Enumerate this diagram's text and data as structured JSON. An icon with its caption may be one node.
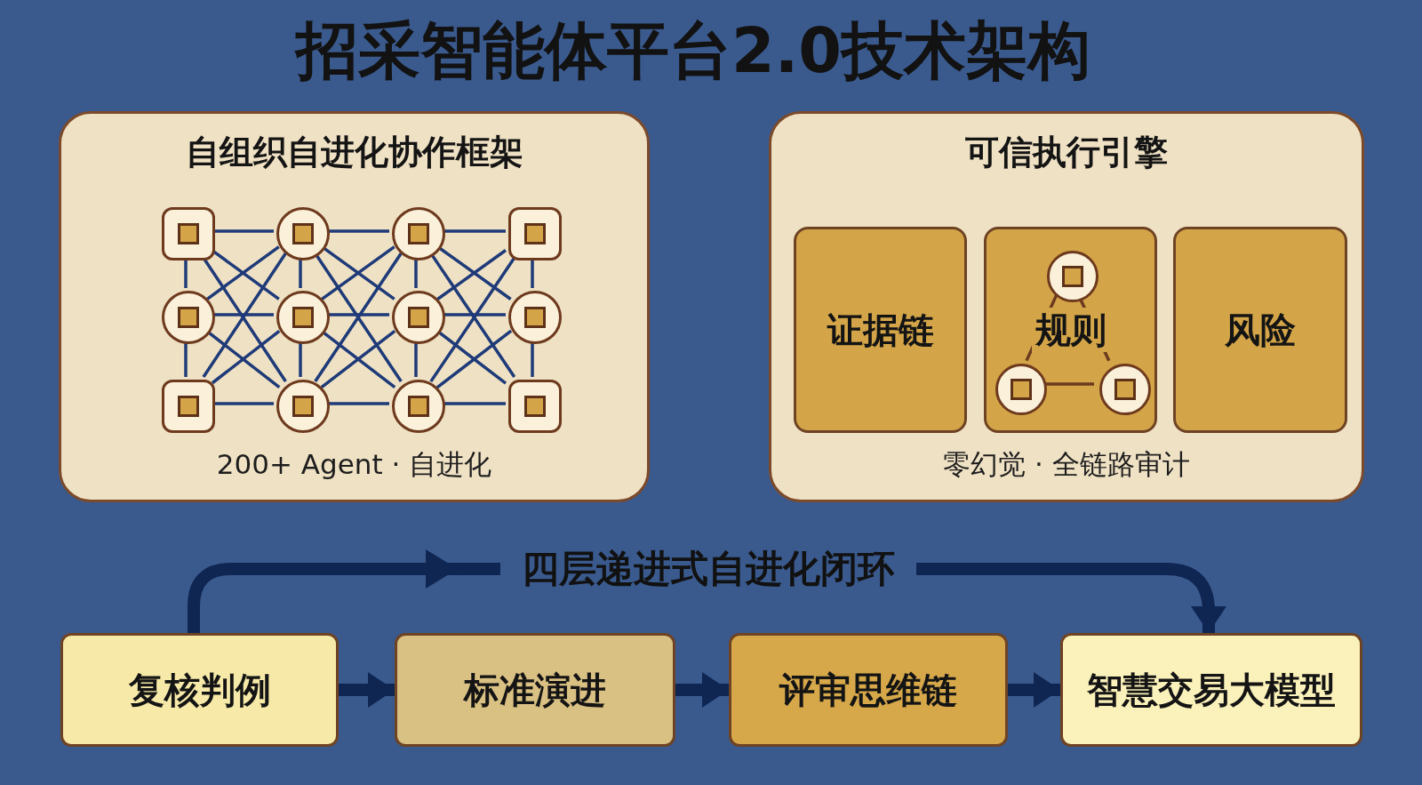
{
  "diagram": {
    "title": "招采智能体平台2.0技术架构",
    "nodes": [
      {
        "text": [
          "自组织自进化协作框架",
          "200+ Agent · 自进化"
        ]
      },
      {
        "text": [],
        "shape": "box",
        "in": 0
      },
      {
        "text": [],
        "shape": "circle",
        "in": 0
      },
      {
        "text": [],
        "shape": "circle",
        "in": 0
      },
      {
        "text": [],
        "shape": "box",
        "in": 0
      },
      {
        "text": [],
        "shape": "circle",
        "in": 0
      },
      {
        "text": [],
        "shape": "circle",
        "in": 0
      },
      {
        "text": [],
        "shape": "circle",
        "in": 0
      },
      {
        "text": [],
        "shape": "circle",
        "in": 0
      },
      {
        "text": [],
        "shape": "box",
        "in": 0
      },
      {
        "text": [],
        "shape": "circle",
        "in": 0
      },
      {
        "text": [],
        "shape": "circle",
        "in": 0
      },
      {
        "text": [],
        "shape": "box",
        "in": 0
      },
      {
        "text": [
          "可信执行引擎",
          "零幻觉 · 全链路审计"
        ]
      },
      {
        "text": [
          "证据链"
        ],
        "in": 13
      },
      {
        "text": [
          "规则"
        ],
        "in": 13
      },
      {
        "text": [],
        "shape": "circle",
        "in": 15
      },
      {
        "text": [],
        "shape": "circle",
        "in": 15
      },
      {
        "text": [],
        "shape": "circle",
        "in": 15
      },
      {
        "text": [
          "风险"
        ],
        "in": 13
      },
      {
        "text": [
          "复核判例"
        ]
      },
      {
        "text": [
          "标准演进"
        ]
      },
      {
        "text": [
          "评审思维链"
        ]
      },
      {
        "text": [
          "智慧交易大模型"
        ]
      }
    ],
    "edges": [
      {
        "from": 1,
        "to": 2,
        "arrow": "none"
      },
      {
        "from": 1,
        "to": 6,
        "arrow": "none"
      },
      {
        "from": 1,
        "to": 10,
        "arrow": "none"
      },
      {
        "from": 5,
        "to": 2,
        "arrow": "none"
      },
      {
        "from": 5,
        "to": 6,
        "arrow": "none"
      },
      {
        "from": 5,
        "to": 10,
        "arrow": "none"
      },
      {
        "from": 9,
        "to": 2,
        "arrow": "none"
      },
      {
        "from": 9,
        "to": 6,
        "arrow": "none"
      },
      {
        "from": 9,
        "to": 10,
        "arrow": "none"
      },
      {
        "from": 2,
        "to": 3,
        "arrow": "none"
      },
      {
        "from": 2,
        "to": 7,
        "arrow": "none"
      },
      {
        "from": 2,
        "to": 11,
        "arrow": "none"
      },
      {
        "from": 6,
        "to": 3,
        "arrow": "none"
      },
      {
        "from": 6,
        "to": 7,
        "arrow": "none"
      },
      {
        "from": 6,
        "to": 11,
        "arrow": "none"
      },
      {
        "from": 10,
        "to": 3,
        "arrow": "none"
      },
      {
        "from": 10,
        "to": 7,
        "arrow": "none"
      },
      {
        "from": 10,
        "to": 11,
        "arrow": "none"
      },
      {
        "from": 3,
        "to": 4,
        "arrow": "none"
      },
      {
        "from": 3,
        "to": 8,
        "arrow": "none"
      },
      {
        "from": 3,
        "to": 12,
        "arrow": "none"
      },
      {
        "from": 7,
        "to": 4,
        "arrow": "none"
      },
      {
        "from": 7,
        "to": 8,
        "arrow": "none"
      },
      {
        "from": 7,
        "to": 12,
        "arrow": "none"
      },
      {
        "from": 11,
        "to": 4,
        "arrow": "none"
      },
      {
        "from": 11,
        "to": 8,
        "arrow": "none"
      },
      {
        "from": 11,
        "to": 12,
        "arrow": "none"
      },
      {
        "from": 1,
        "to": 5,
        "arrow": "none"
      },
      {
        "from": 5,
        "to": 9,
        "arrow": "none"
      },
      {
        "from": 2,
        "to": 6,
        "arrow": "none"
      },
      {
        "from": 6,
        "to": 10,
        "arrow": "none"
      },
      {
        "from": 3,
        "to": 7,
        "arrow": "none"
      },
      {
        "from": 7,
        "to": 11,
        "arrow": "none"
      },
      {
        "from": 4,
        "to": 8,
        "arrow": "none"
      },
      {
        "from": 8,
        "to": 12,
        "arrow": "none"
      },
      {
        "from": 16,
        "to": 17,
        "arrow": "none",
        "color": "#6b3a1f"
      },
      {
        "from": 16,
        "to": 18,
        "arrow": "none",
        "color": "#6b3a1f"
      },
      {
        "from": 17,
        "to": 18,
        "arrow": "none",
        "color": "#6b3a1f"
      },
      {
        "from": 20,
        "to": 21,
        "arrow": "to",
        "style": "thick",
        "color": "#0f2552"
      },
      {
        "from": 21,
        "to": 22,
        "arrow": "to",
        "style": "thick",
        "color": "#0f2552"
      },
      {
        "from": 22,
        "to": 23,
        "arrow": "to",
        "style": "thick",
        "color": "#0f2552"
      },
      {
        "from": 20,
        "to": 23,
        "arrow": "to",
        "label": "四层递进式自进化闭环",
        "style": "thick",
        "color": "#0f2552"
      }
    ]
  }
}
